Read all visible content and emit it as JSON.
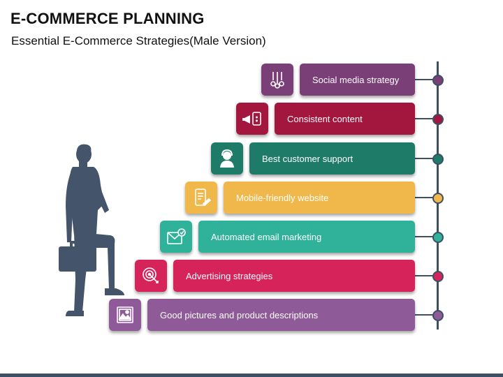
{
  "title": "E-COMMERCE PLANNING",
  "subtitle": "Essential E-Commerce Strategies(Male Version)",
  "steps": [
    {
      "label": "Social media strategy",
      "color": "#7b3f77",
      "icon": "social-network-icon"
    },
    {
      "label": "Consistent content",
      "color": "#a3163e",
      "icon": "content-icon"
    },
    {
      "label": "Best customer support",
      "color": "#1e7b68",
      "icon": "customer-support-icon"
    },
    {
      "label": "Mobile-friendly website",
      "color": "#f0b84a",
      "icon": "mobile-website-icon"
    },
    {
      "label": "Automated email marketing",
      "color": "#2fb19a",
      "icon": "email-icon"
    },
    {
      "label": "Advertising strategies",
      "color": "#d6245a",
      "icon": "target-icon"
    },
    {
      "label": "Good pictures and product descriptions",
      "color": "#8e5a97",
      "icon": "picture-icon"
    }
  ],
  "colors": {
    "line": "#3d4f63",
    "figure": "#44546a"
  }
}
